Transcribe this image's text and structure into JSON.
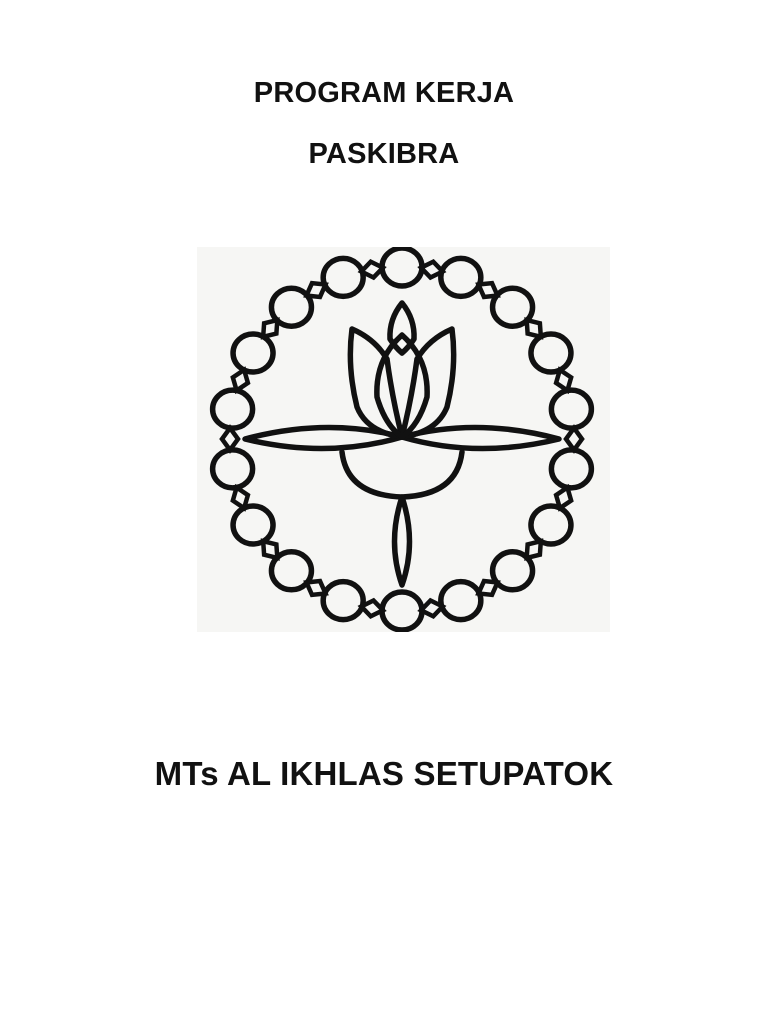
{
  "document": {
    "title_line_1": "PROGRAM KERJA",
    "title_line_2": "PASKIBRA",
    "school_name": "MTs AL IKHLAS SETUPATOK"
  },
  "emblem": {
    "icon": "paskibra-lotus-emblem-icon",
    "color": "#111111"
  }
}
